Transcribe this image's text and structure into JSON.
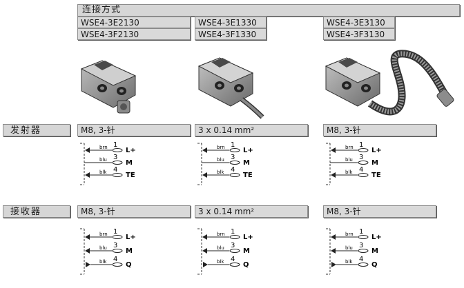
{
  "header": {
    "title": "连接方式"
  },
  "columns": [
    {
      "codes": [
        "WSE4-3E2130",
        "WSE4-3F2130"
      ],
      "emitter_spec": "M8, 3-针",
      "receiver_spec": "M8, 3-针",
      "connector": "plug"
    },
    {
      "codes": [
        "WSE4-3E1330",
        "WSE4-3F1330"
      ],
      "emitter_spec": "3 x 0.14 mm²",
      "receiver_spec": "3 x 0.14 mm²",
      "connector": "cable"
    },
    {
      "codes": [
        "WSE4-3E3130",
        "WSE4-3F3130"
      ],
      "emitter_spec": "M8, 3-针",
      "receiver_spec": "M8, 3-针",
      "connector": "pigtail"
    }
  ],
  "rows": {
    "emitter": "发射器",
    "receiver": "接收器"
  },
  "wiring": {
    "emitter": [
      {
        "wire": "brn",
        "pin": "1",
        "signal": "L+"
      },
      {
        "wire": "blu",
        "pin": "3",
        "signal": "M"
      },
      {
        "wire": "blk",
        "pin": "4",
        "signal": "TE"
      }
    ],
    "receiver": [
      {
        "wire": "brn",
        "pin": "1",
        "signal": "L+"
      },
      {
        "wire": "blu",
        "pin": "3",
        "signal": "M"
      },
      {
        "wire": "blk",
        "pin": "4",
        "signal": "Q"
      }
    ]
  },
  "colors": {
    "bar": "#d9d9d9",
    "border": "#8c8c8c"
  }
}
